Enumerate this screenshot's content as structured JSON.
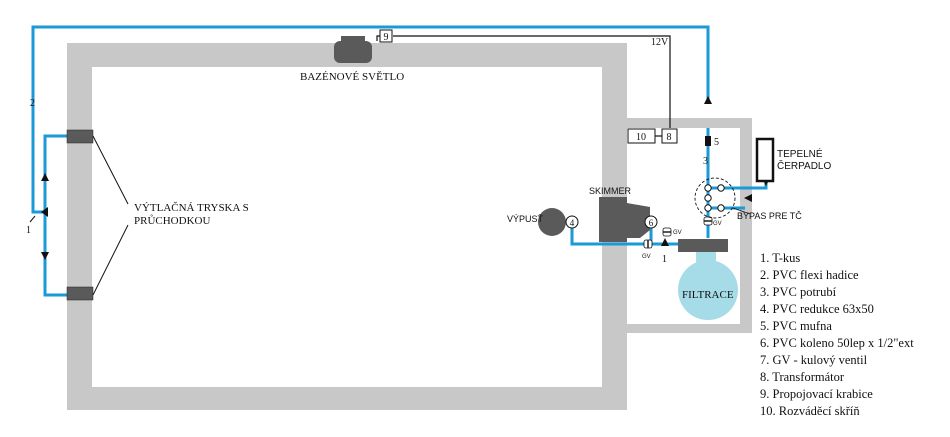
{
  "labels": {
    "pool_light": "BAZÉNOVÉ SVĚTLO",
    "jet_line1": "VÝTLAČNÁ TRYSKA S",
    "jet_line2": "PRŮCHODKOU",
    "skimmer": "SKIMMER",
    "drain": "VÝPUSŤ",
    "filter": "FILTRACE",
    "heat_pump_line1": "TEPELNÉ",
    "heat_pump_line2": "ČERPADLO",
    "bypass": "BYPAS PRE TČ",
    "voltage": "12V"
  },
  "markers": {
    "m1_left": "1",
    "m2": "2",
    "m3": "3",
    "m4": "4",
    "m5": "5",
    "m6": "6",
    "m8": "8",
    "m9": "9",
    "m10": "10",
    "m1_bottom": "1",
    "gv_a": "GV",
    "gv_b": "GV",
    "gv_c": "GV"
  },
  "legend": [
    "1. T-kus",
    "2. PVC flexi hadice",
    "3. PVC potrubí",
    "4. PVC redukce 63x50",
    "5. PVC mufna",
    "6. PVC koleno 50lep x 1/2\"ext",
    "7. GV - kulový ventil",
    "8. Transformátor",
    "9. Propojovací krabice",
    "10. Rozváděcí skříň"
  ],
  "colors": {
    "pool_wall": "#c8c8c8",
    "pipe": "#1a9ad6",
    "filter": "#a6dbe8",
    "dark_component": "#5a5a5a"
  }
}
